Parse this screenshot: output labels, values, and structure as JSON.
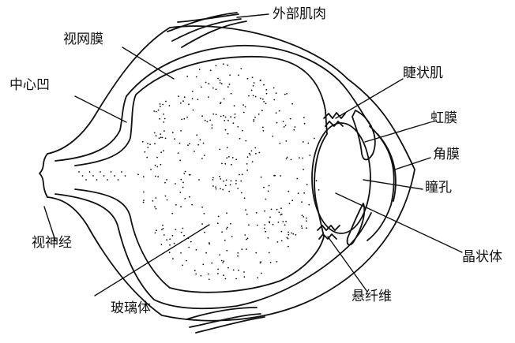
{
  "diagram": {
    "labels": {
      "external_muscle": "外部肌肉",
      "retina": "视网膜",
      "fovea": "中心凹",
      "ciliary_muscle": "睫状肌",
      "iris": "虹膜",
      "cornea": "角膜",
      "pupil": "瞳孔",
      "optic_nerve": "视神经",
      "lens": "晶状体",
      "suspensory_ligament": "悬纤维",
      "vitreous_body": "玻璃体"
    },
    "colors": {
      "ink": "#111111",
      "background": "#ffffff"
    }
  }
}
